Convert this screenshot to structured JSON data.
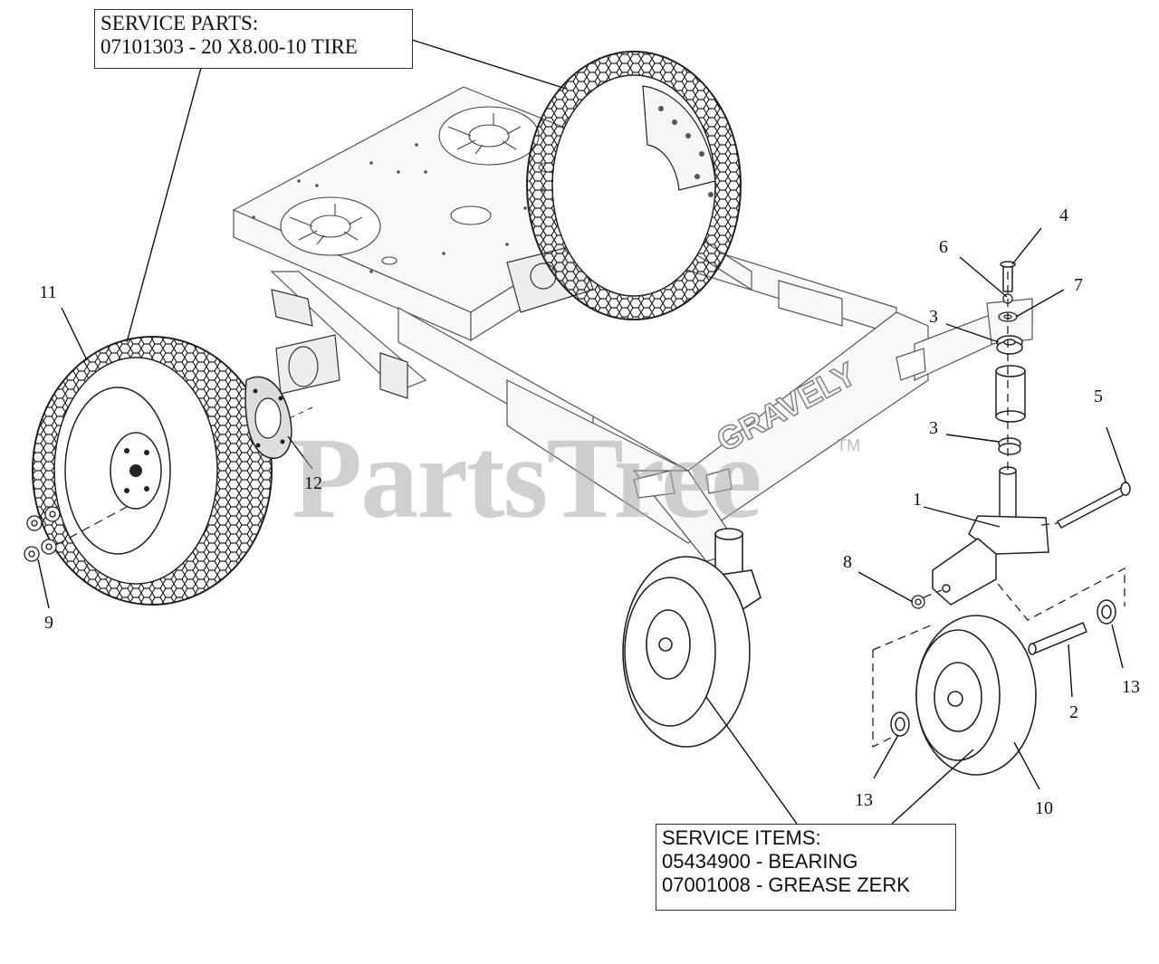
{
  "service_parts": {
    "title": "SERVICE PARTS:",
    "line1": "07101303 - 20 X8.00-10 TIRE"
  },
  "service_items": {
    "title": "SERVICE ITEMS:",
    "line1": "05434900 - BEARING",
    "line2": "07001008 - GREASE ZERK"
  },
  "watermark": {
    "text": "PartsTree",
    "trademark": "TM",
    "color": "#aaaaaa"
  },
  "frame_logo": "GRAVELY",
  "callouts": [
    {
      "id": "1",
      "label": "1"
    },
    {
      "id": "2",
      "label": "2"
    },
    {
      "id": "3a",
      "label": "3"
    },
    {
      "id": "3b",
      "label": "3"
    },
    {
      "id": "4",
      "label": "4"
    },
    {
      "id": "5",
      "label": "5"
    },
    {
      "id": "6",
      "label": "6"
    },
    {
      "id": "7",
      "label": "7"
    },
    {
      "id": "8",
      "label": "8"
    },
    {
      "id": "9",
      "label": "9"
    },
    {
      "id": "10",
      "label": "10"
    },
    {
      "id": "11",
      "label": "11"
    },
    {
      "id": "12",
      "label": "12"
    },
    {
      "id": "13a",
      "label": "13"
    },
    {
      "id": "13b",
      "label": "13"
    }
  ]
}
